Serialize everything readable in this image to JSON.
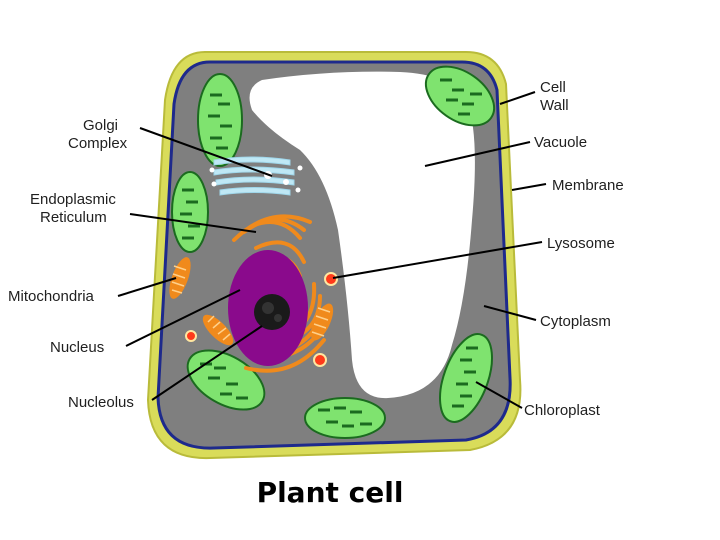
{
  "diagram": {
    "caption": "Plant cell",
    "labels": {
      "golgi_line1": "Golgi",
      "golgi_line2": "Complex",
      "er_line1": "Endoplasmic",
      "er_line2": "Reticulum",
      "mitochondria": "Mitochondria",
      "nucleus": "Nucleus",
      "nucleolus": "Nucleolus",
      "cell_wall_line1": "Cell",
      "cell_wall_line2": "Wall",
      "vacuole": "Vacuole",
      "membrane": "Membrane",
      "lysosome": "Lysosome",
      "cytoplasm": "Cytoplasm",
      "chloroplast": "Chloroplast"
    },
    "colors": {
      "cell_wall": "#d9dc5a",
      "membrane": "#1e2a8c",
      "cytoplasm": "#808080",
      "vacuole": "#ffffff",
      "chloroplast": "#7fe36f",
      "thylakoid": "#1b6b1f",
      "nucleus": "#8a0a8c",
      "nucleolus": "#1a1a1a",
      "er": "#f08a1c",
      "golgi": "#bfe8f5",
      "lysosome": "#ff3a1a"
    }
  }
}
